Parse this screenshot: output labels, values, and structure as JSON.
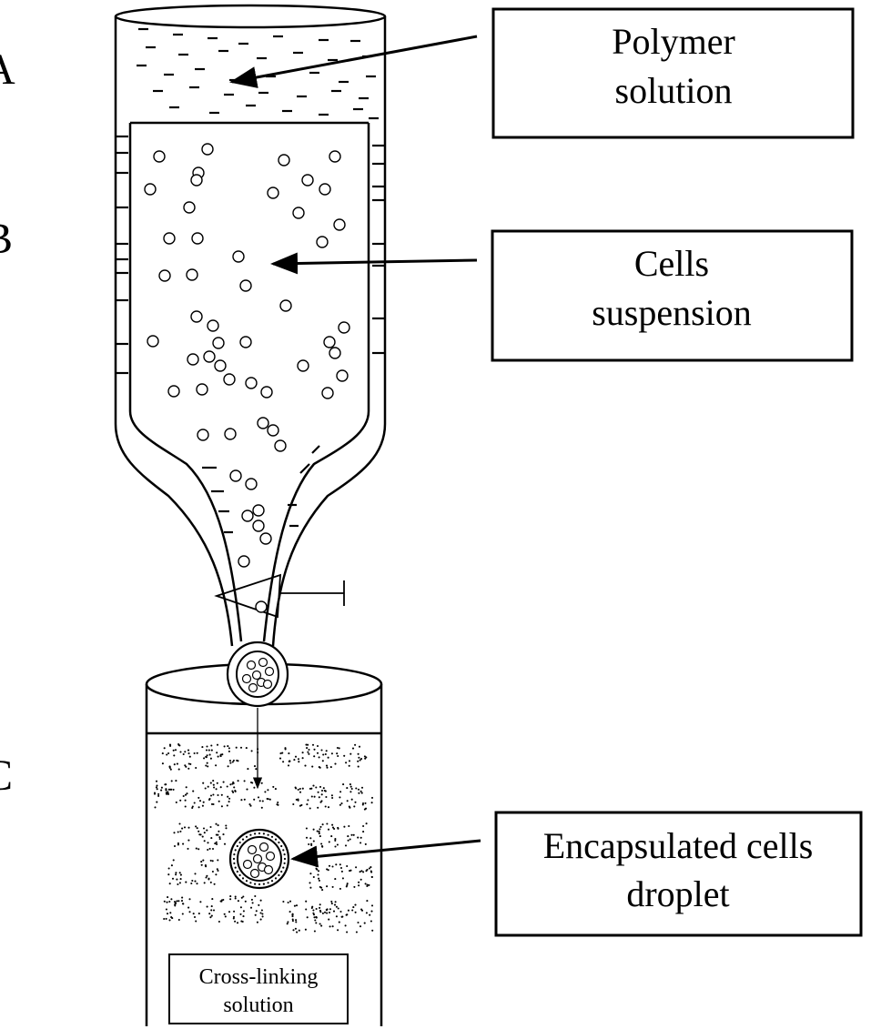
{
  "side_labels": {
    "a": "A",
    "b": "B",
    "c": "C"
  },
  "callouts": {
    "polymer": {
      "line1": "Polymer",
      "line2": "solution"
    },
    "cells": {
      "line1": "Cells",
      "line2": "suspension"
    },
    "droplet": {
      "line1": "Encapsulated cells",
      "line2": "droplet"
    }
  },
  "crosslink": {
    "line1": "Cross-linking",
    "line2": "solution"
  },
  "colors": {
    "ink": "#000000",
    "background": "#ffffff"
  }
}
